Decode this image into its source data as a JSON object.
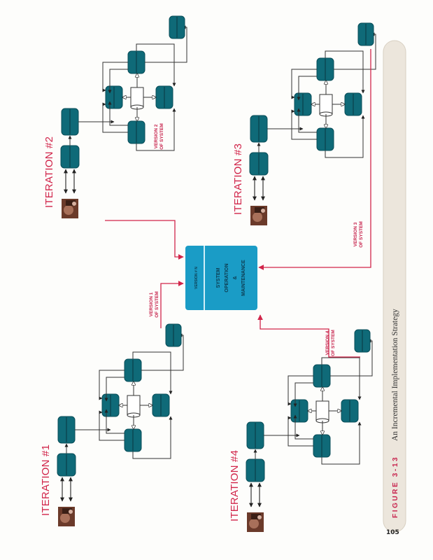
{
  "figure": {
    "label": "FIGURE 3-13",
    "title": "An Incremental Implementation Strategy"
  },
  "page_number": "105",
  "center_box": {
    "header": "VERSION # N",
    "lines": [
      "SYSTEM",
      "OPERATION",
      "&",
      "MAINTENANCE"
    ]
  },
  "iterations": [
    {
      "title": "ITERATION #1",
      "version_line1": "VERSION 1",
      "version_line2": "OF SYSTEM"
    },
    {
      "title": "ITERATION #2",
      "version_line1": "VERSION 2",
      "version_line2": "OF SYSTEM"
    },
    {
      "title": "ITERATION #3",
      "version_line1": "VERSION 3",
      "version_line2": "OF SYSTEM"
    },
    {
      "title": "ITERATION #4",
      "version_line1": "VERSION 4",
      "version_line2": "OF SYSTEM"
    }
  ],
  "colors": {
    "process_box": "#0f6a78",
    "center_box": "#1a9cc6",
    "accent_red": "#d1254a",
    "caption_bar": "#ece6dc"
  },
  "icons": {
    "user": "user-photo-icon",
    "data_store": "cylinder-data-store-icon"
  }
}
